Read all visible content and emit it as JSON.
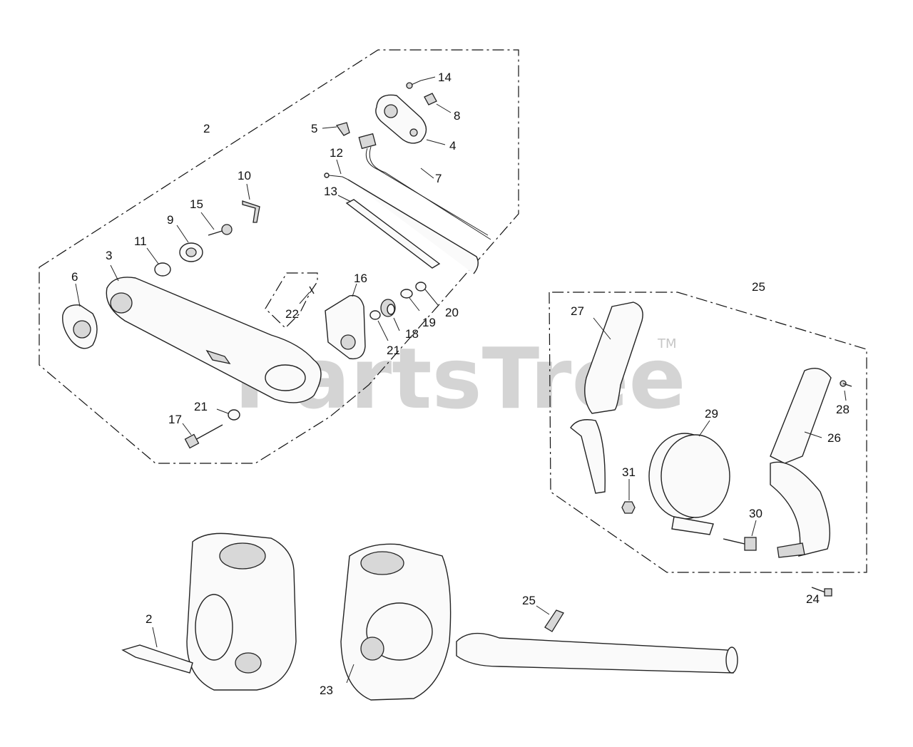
{
  "watermark": {
    "text": "PartsTree",
    "mark": "TM"
  },
  "callouts": {
    "c2a": "2",
    "c2b": "2",
    "c3": "3",
    "c4": "4",
    "c5": "5",
    "c6": "6",
    "c7": "7",
    "c8": "8",
    "c9": "9",
    "c10": "10",
    "c11": "11",
    "c12": "12",
    "c13": "13",
    "c14": "14",
    "c15": "15",
    "c16": "16",
    "c17": "17",
    "c18": "18",
    "c19": "19",
    "c20": "20",
    "c21a": "21",
    "c21b": "21",
    "c22": "22",
    "c23": "23",
    "c24": "24",
    "c25a": "25",
    "c25b": "25",
    "c26": "26",
    "c27": "27",
    "c28": "28",
    "c29": "29",
    "c30": "30",
    "c31": "31"
  }
}
